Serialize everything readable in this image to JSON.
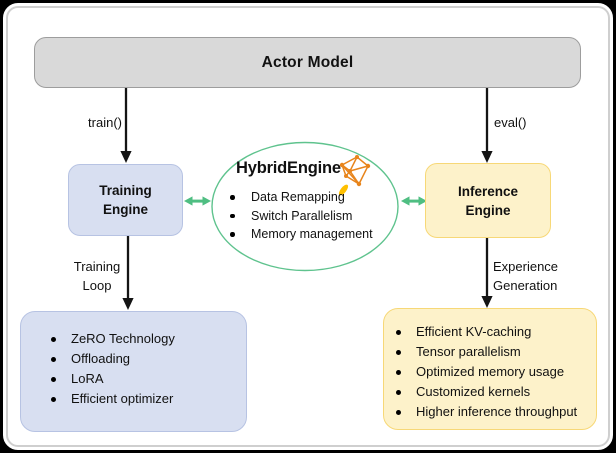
{
  "colors": {
    "green": "#4fbe82",
    "ellipse-green": "#5fc38e",
    "orange": "#e8851c",
    "flame": "#ffc000",
    "arrow-black": "#141414",
    "gray-fill": "#d9d9d9",
    "gray-border": "#9d9d9d",
    "lavender-fill": "#d8dff1",
    "lavender-border": "#b7c3e3",
    "yellow-fill": "#fdf2ca",
    "yellow-border": "#f7d877"
  },
  "actor_model": {
    "label": "Actor Model"
  },
  "edges": {
    "train": "train()",
    "eval": "eval()",
    "training_loop": [
      "Training",
      "Loop"
    ],
    "experience_generation": [
      "Experience",
      "Generation"
    ]
  },
  "training_engine": {
    "label": [
      "Training",
      "Engine"
    ]
  },
  "inference_engine": {
    "label": [
      "Inference",
      "Engine"
    ]
  },
  "hybrid_engine": {
    "title": "HybridEngine",
    "items": [
      "Data Remapping",
      "Switch Parallelism",
      "Memory management"
    ]
  },
  "training_features": {
    "items": [
      "ZeRO Technology",
      "Offloading",
      "LoRA",
      "Efficient optimizer"
    ]
  },
  "inference_features": {
    "items": [
      "Efficient KV-caching",
      "Tensor parallelism",
      "Optimized memory usage",
      "Customized kernels",
      "Higher inference throughput"
    ]
  }
}
